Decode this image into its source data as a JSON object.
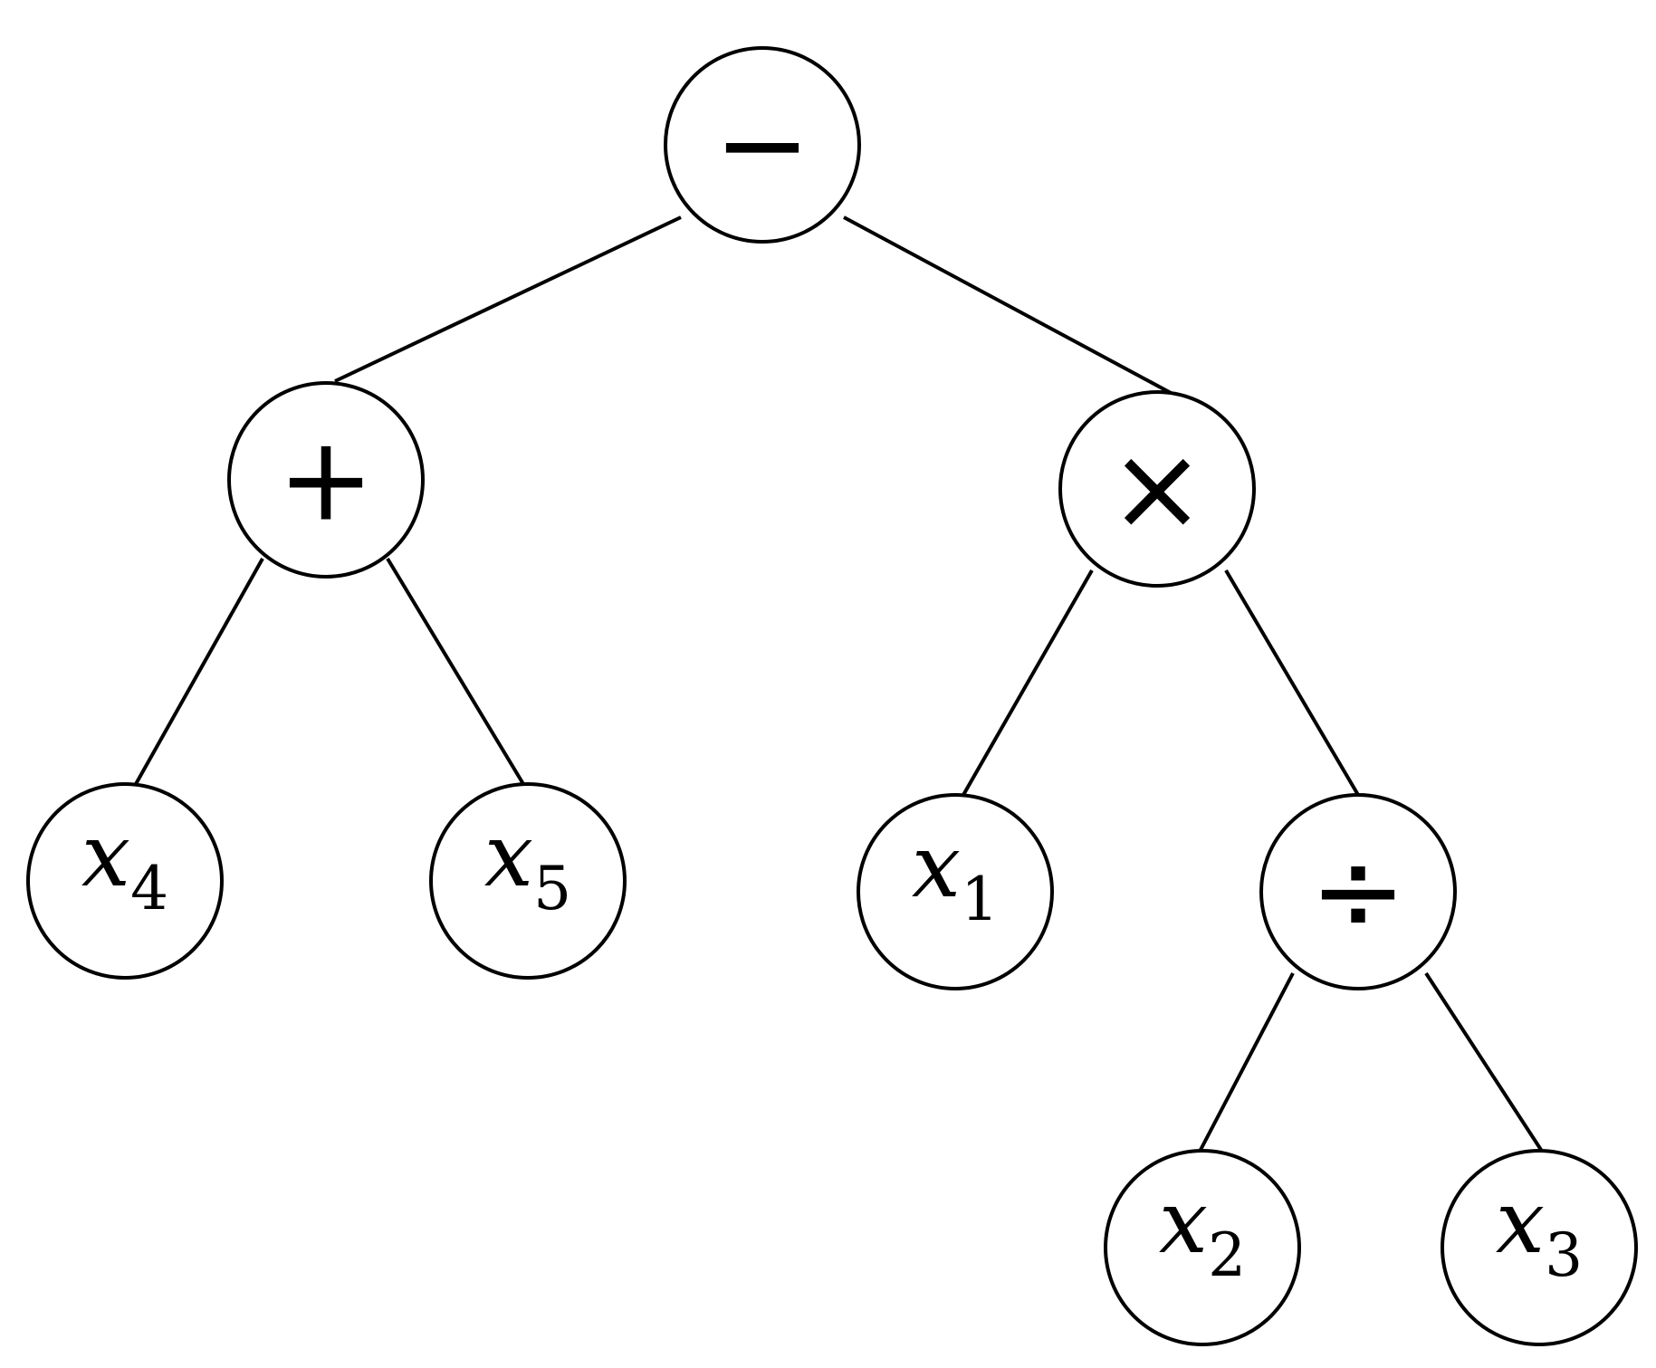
{
  "colors": {
    "background": "#ffffff",
    "stroke": "#000000"
  },
  "tree": {
    "root": {
      "label": "−",
      "left": {
        "label": "+",
        "left": {
          "label": "x",
          "subscript": "4"
        },
        "right": {
          "label": "x",
          "subscript": "5"
        }
      },
      "right": {
        "label": "×",
        "left": {
          "label": "x",
          "subscript": "1"
        },
        "right": {
          "label": "÷",
          "left": {
            "label": "x",
            "subscript": "2"
          },
          "right": {
            "label": "x",
            "subscript": "3"
          }
        }
      }
    }
  }
}
